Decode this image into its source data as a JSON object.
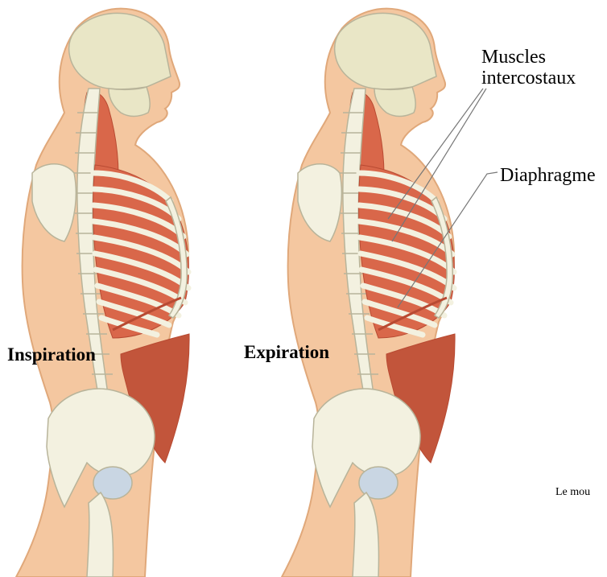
{
  "figure": {
    "stages": [
      {
        "key": "inspiration",
        "label": "Inspiration"
      },
      {
        "key": "expiration",
        "label": "Expiration"
      }
    ],
    "annotations": {
      "muscles": "Muscles\nintercostaux",
      "diaphragm": "Diaphragme"
    },
    "caption": "Le mou",
    "colors": {
      "skin": "#f4c7a0",
      "skin_outline": "#e0a87a",
      "bone": "#f3f1e0",
      "bone_outline": "#b8b49a",
      "skull": "#e9e6c6",
      "muscle": "#d9674a",
      "muscle_dark": "#b84a32",
      "abdominal": "#c2553b",
      "leader_line": "#777777"
    }
  }
}
